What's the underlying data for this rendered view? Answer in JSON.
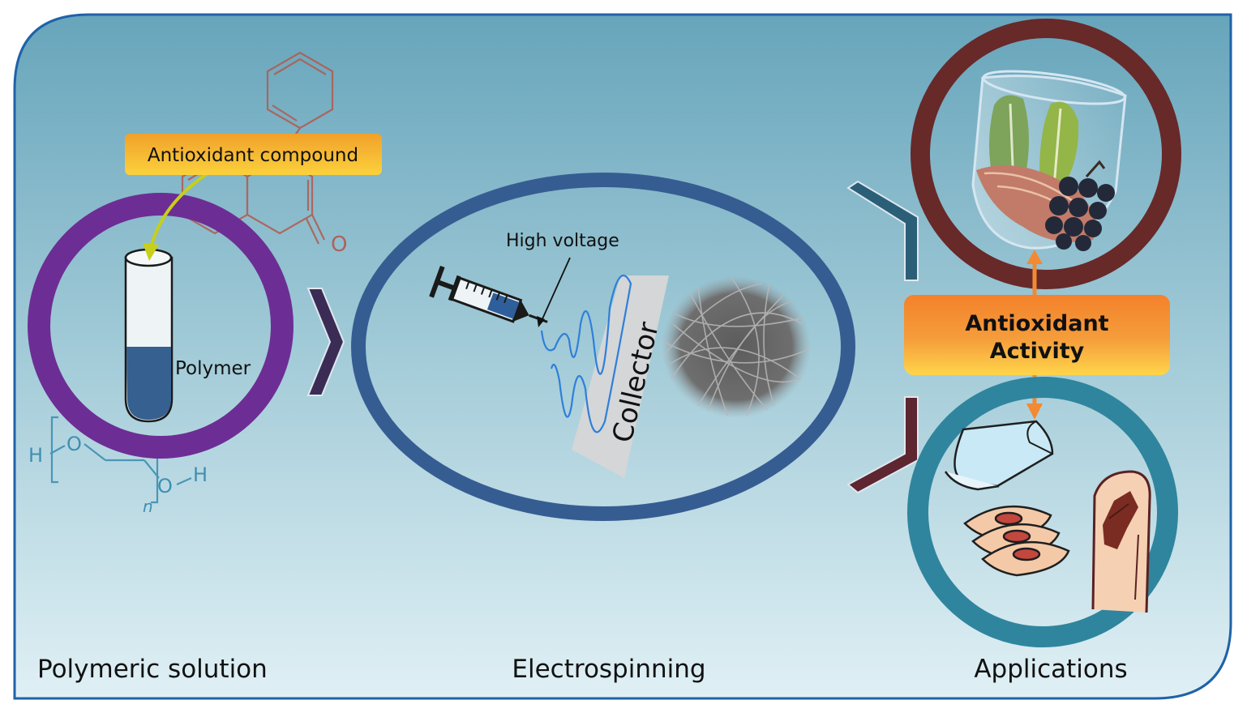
{
  "labels": {
    "antioxidant_compound": "Antioxidant compound",
    "polymer": "Polymer",
    "high_voltage": "High voltage",
    "collector": "Collector",
    "antioxidant_activity_line1": "Antioxidant",
    "antioxidant_activity_line2": "Activity"
  },
  "stages": {
    "polymeric_solution": "Polymeric solution",
    "electrospinning": "Electrospinning",
    "applications": "Applications"
  },
  "chem": {
    "peg_h_left": "H",
    "peg_o_1": "O",
    "peg_o_2": "O",
    "peg_h_right": "H",
    "peg_n": "n",
    "flavone_o": "O"
  },
  "colors": {
    "background_top": "#6aa8bd",
    "background_bottom": "#dcedf2",
    "frame_border": "#1f5fa8",
    "purple_ring": "#6b2f93",
    "blue_ellipse": "#355d91",
    "maroon_ring": "#6b2a2a",
    "teal_ring": "#2d849c",
    "orange_box": "#f39133",
    "yellow_box": "#f5b81c"
  }
}
